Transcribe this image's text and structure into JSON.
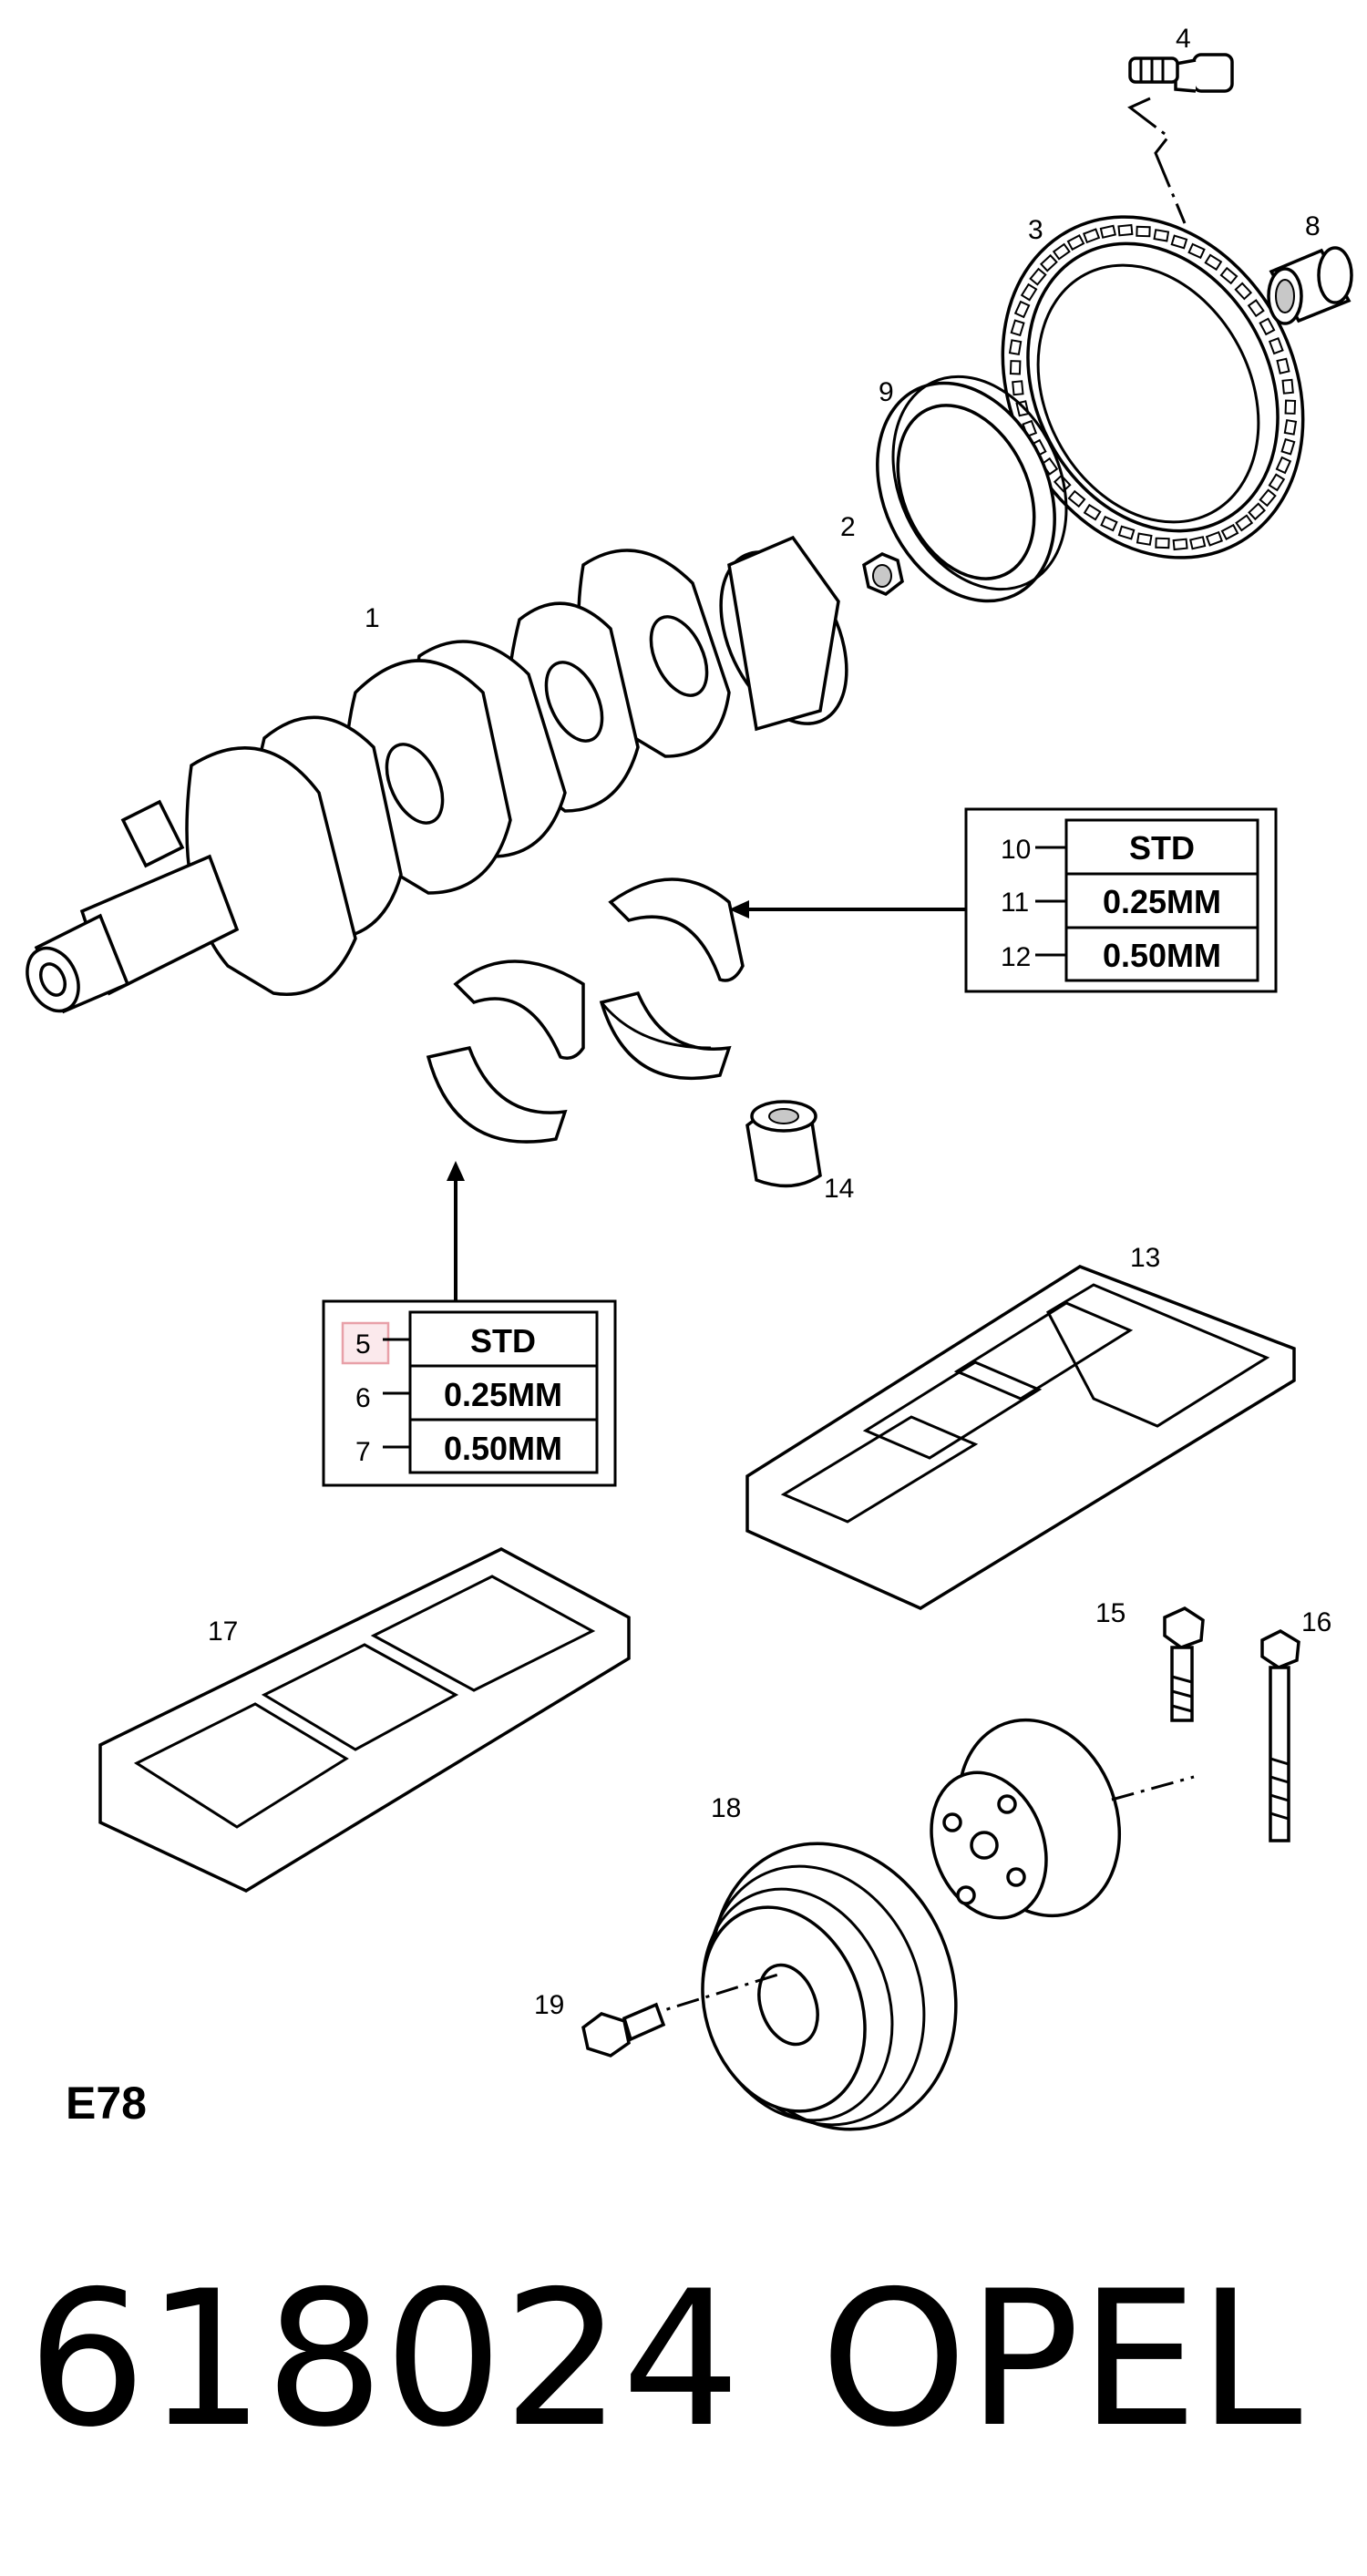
{
  "callouts": {
    "c1": "1",
    "c2": "2",
    "c3": "3",
    "c4": "4",
    "c8": "8",
    "c9": "9",
    "c13": "13",
    "c14": "14",
    "c15": "15",
    "c16": "16",
    "c17": "17",
    "c18": "18",
    "c19": "19"
  },
  "upper_table": {
    "rows": [
      {
        "num": "10",
        "size": "STD"
      },
      {
        "num": "11",
        "size": "0.25MM"
      },
      {
        "num": "12",
        "size": "0.50MM"
      }
    ]
  },
  "lower_table": {
    "rows": [
      {
        "num": "5",
        "size": "STD"
      },
      {
        "num": "6",
        "size": "0.25MM"
      },
      {
        "num": "7",
        "size": "0.50MM"
      }
    ]
  },
  "highlight_color": "#e8a0a8",
  "diagram_code": "E78",
  "part_number": "618024",
  "brand": "OPEL"
}
